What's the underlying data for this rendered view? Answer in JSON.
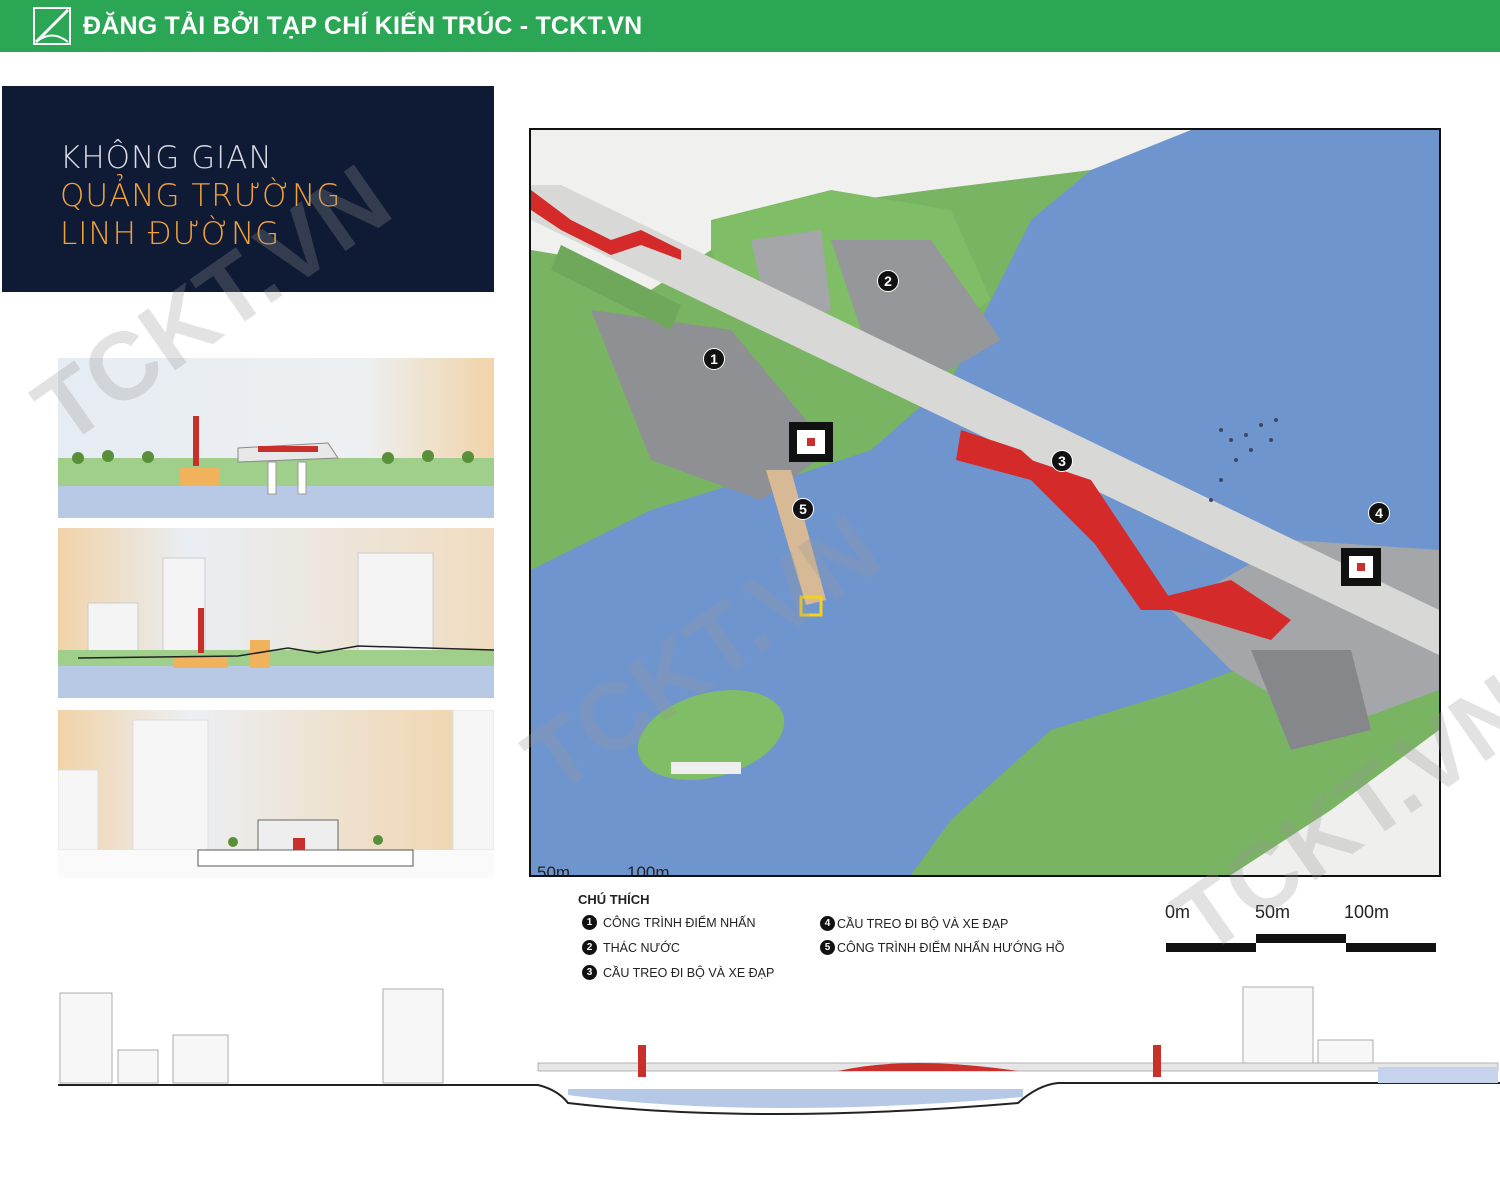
{
  "banner": {
    "text": "ĐĂNG TẢI BỞI TẠP CHÍ KIẾN TRÚC - TCKT.VN"
  },
  "title": {
    "line1": "KHÔNG GIAN",
    "line2": "QUẢNG TRƯỜNG",
    "line3": "LINH ĐƯỜNG"
  },
  "map": {
    "markers": [
      "1",
      "2",
      "3",
      "4",
      "5"
    ],
    "scale_labels": [
      "50m",
      "100m"
    ]
  },
  "legend": {
    "title": "CHÚ THÍCH",
    "items": [
      {
        "num": "1",
        "label": "CÔNG TRÌNH ĐIỂM NHẤN"
      },
      {
        "num": "2",
        "label": "THÁC NƯỚC"
      },
      {
        "num": "3",
        "label": "CẦU TREO ĐI BỘ VÀ XE ĐẠP"
      },
      {
        "num": "4",
        "label": "CẦU TREO ĐI BỘ VÀ XE ĐẠP"
      },
      {
        "num": "5",
        "label": "CÔNG TRÌNH ĐIỂM NHẤN HƯỚNG HỒ"
      }
    ]
  },
  "scalebar": {
    "labels": [
      "0m",
      "50m",
      "100m"
    ]
  },
  "watermark": "TCKT.VN",
  "colors": {
    "banner": "#2aa655",
    "navy": "#0f1a35",
    "accent": "#f2a23a",
    "water": "#6f95cf",
    "green": "#6fb25a",
    "red": "#d42a2a"
  }
}
